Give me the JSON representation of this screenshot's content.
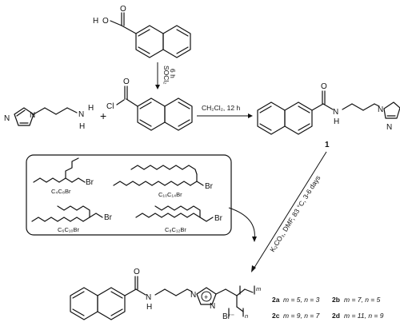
{
  "atoms": {
    "O": "O",
    "H": "H",
    "N": "N",
    "Cl": "Cl",
    "Br": "Br",
    "Br_minus": "Br⁻",
    "m": "m",
    "n": "n",
    "plus": "+"
  },
  "conditions": {
    "step1_line1": "SOCl₂",
    "step1_line2": "6 h",
    "step2": "CH₂Cl₂, 12 h",
    "step3": "K₂CO₃, DMF, 83 °C, 3-6 days"
  },
  "compound_1": "1",
  "alkyl_bromides": [
    "C₄C₈Br",
    "C₁₀C₁₄Br",
    "C₆C₁₀Br",
    "C₈C₁₂Br"
  ],
  "products": [
    {
      "id": "2a",
      "desc": "m = 5, n = 3"
    },
    {
      "id": "2b",
      "desc": "m = 7, n = 5"
    },
    {
      "id": "2c",
      "desc": "m = 9, n = 7"
    },
    {
      "id": "2d",
      "desc": "m = 11, n = 9"
    }
  ]
}
